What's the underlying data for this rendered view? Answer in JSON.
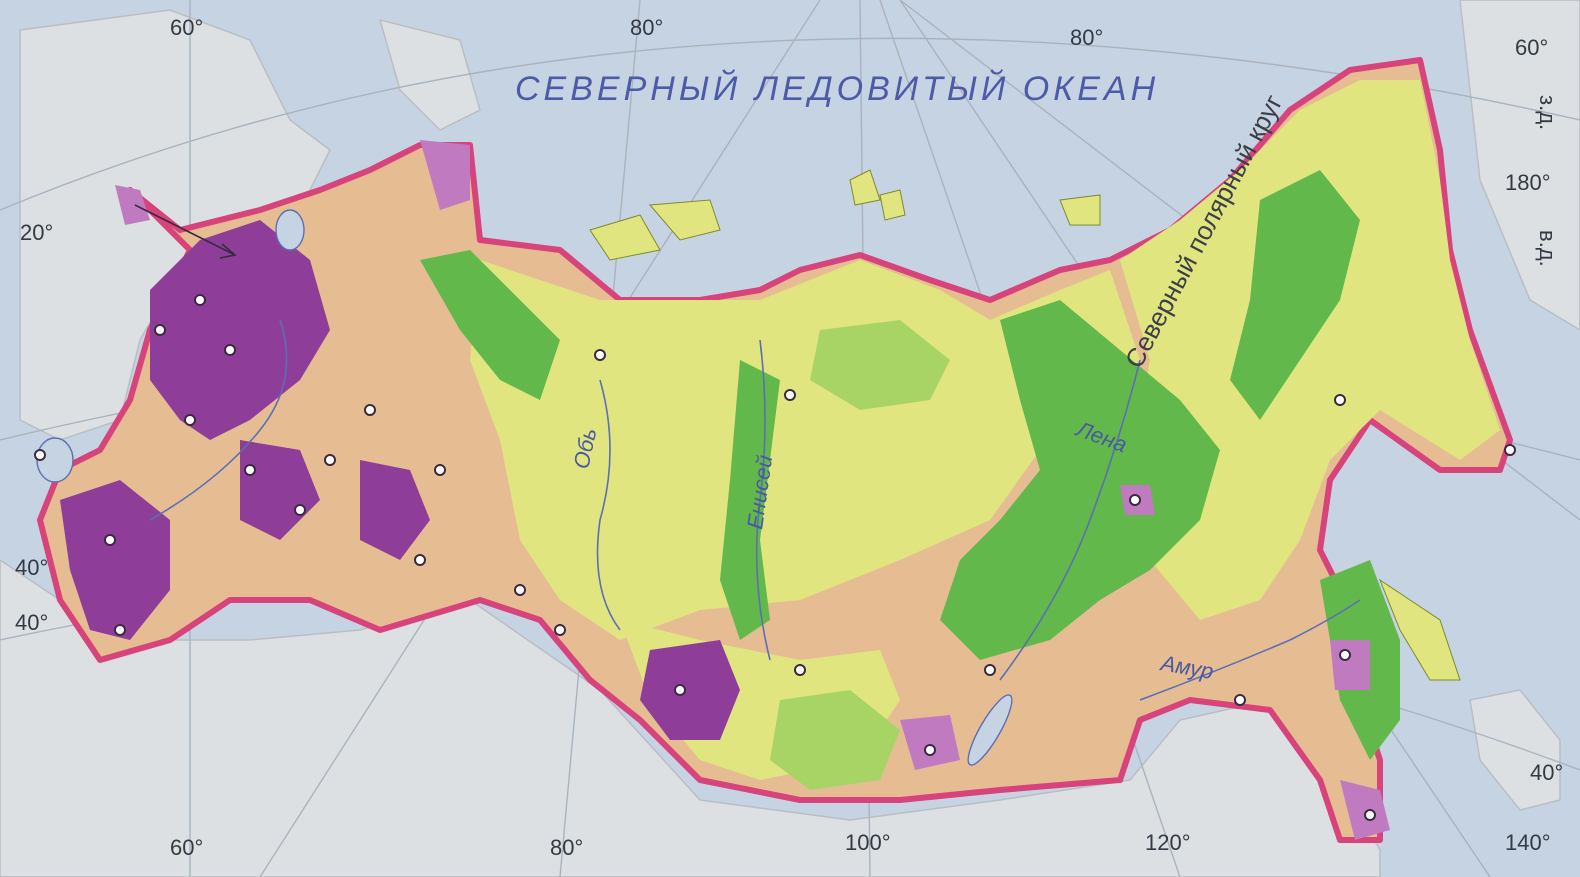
{
  "map": {
    "ocean_label": "СЕВЕРНЫЙ ЛЕДОВИТЫЙ ОКЕАН",
    "circle_label": "Северный полярный круг",
    "rivers": {
      "ob": "Обь",
      "yenisei": "Енисей",
      "lena": "Лена",
      "amur": "Амур"
    },
    "coords": {
      "top_60": "60°",
      "top_80a": "80°",
      "top_80b": "80°",
      "top_60w": "60°",
      "west_20": "20°",
      "west_40a": "40°",
      "west_40b": "40°",
      "bottom_60": "60°",
      "bottom_80": "80°",
      "bottom_100": "100°",
      "bottom_120": "120°",
      "bottom_140": "140°",
      "east_180": "180°",
      "east_40": "40°",
      "west_lon": "з.д.",
      "east_lon": "в.д."
    },
    "colors": {
      "water": "#c6d3e3",
      "land_outside": "#dde0e2",
      "border": "#d7437b",
      "purple": "#8e3e98",
      "lilac": "#c07ac0",
      "beige": "#e6bd93",
      "yellow": "#e1e57f",
      "light_green": "#a8d466",
      "green": "#62b84a",
      "grid": "#aab3bd",
      "river": "#5a6fb4"
    }
  }
}
